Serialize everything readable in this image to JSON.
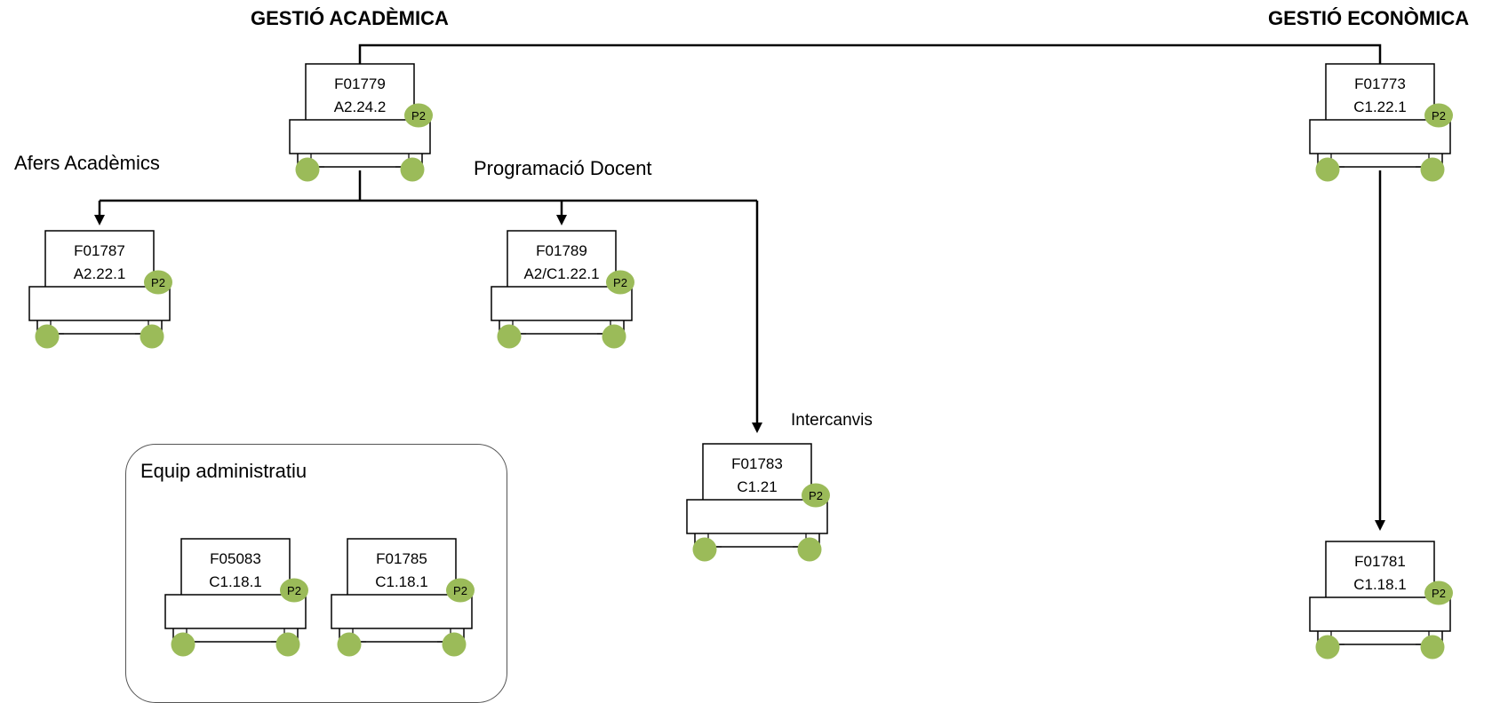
{
  "headers": {
    "academic": "GESTIÓ ACADÈMICA",
    "economic": "GESTIÓ ECONÒMICA"
  },
  "groups": {
    "afers": "Afers Acadèmics",
    "programacio": "Programació Docent",
    "intercanvis": "Intercanvis",
    "equip": "Equip administratiu"
  },
  "colors": {
    "badge": "#9bbb59",
    "line": "#000000",
    "border": "#555555"
  },
  "nodes": [
    {
      "id": "F01779",
      "code": "A2.24.2",
      "badge": "P2"
    },
    {
      "id": "F01787",
      "code": "A2.22.1",
      "badge": "P2"
    },
    {
      "id": "F01789",
      "code": "A2/C1.22.1",
      "badge": "P2"
    },
    {
      "id": "F01783",
      "code": "C1.21",
      "badge": "P2"
    },
    {
      "id": "F05083",
      "code": "C1.18.1",
      "badge": "P2"
    },
    {
      "id": "F01785",
      "code": "C1.18.1",
      "badge": "P2"
    },
    {
      "id": "F01773",
      "code": "C1.22.1",
      "badge": "P2"
    },
    {
      "id": "F01781",
      "code": "C1.18.1",
      "badge": "P2"
    }
  ]
}
